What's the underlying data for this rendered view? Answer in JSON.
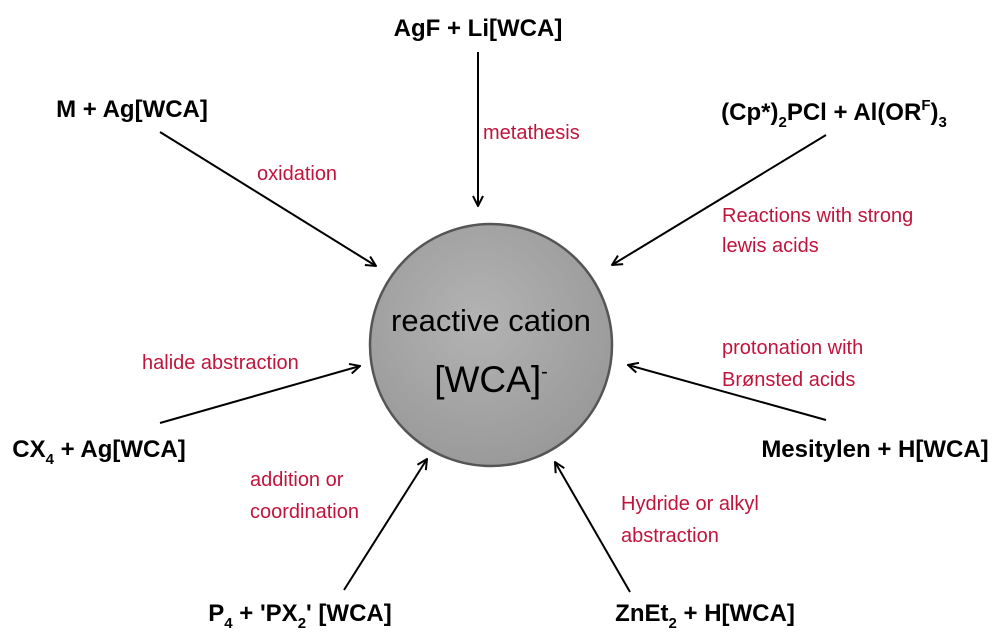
{
  "center": {
    "line1": "reactive cation",
    "line2_main": "[WCA]",
    "line2_sup": "-"
  },
  "reagents": {
    "top": {
      "text": "AgF + Li[WCA]"
    },
    "top_left": {
      "text": "M + Ag[WCA]"
    },
    "top_right": {
      "part1": "(Cp*)",
      "sub1": "2",
      "part2": "PCl + Al(OR",
      "sup1": "F",
      "part3": ")",
      "sub2": "3"
    },
    "left": {
      "part1": "CX",
      "sub1": "4",
      "part2": " + Ag[WCA]"
    },
    "right": {
      "text": "Mesitylen + H[WCA]"
    },
    "bottom_left": {
      "part1": "P",
      "sub1": "4",
      "part2": " + ",
      "part3": "'PX",
      "sub2": "2",
      "part4": "' [WCA]"
    },
    "bottom_right": {
      "part1": "ZnEt",
      "sub1": "2",
      "part2": " + H[WCA]"
    }
  },
  "processes": {
    "metathesis": "metathesis",
    "oxidation": "oxidation",
    "lewis_1": "Reactions with strong",
    "lewis_2": "lewis acids",
    "halide": "halide abstraction",
    "protonation_1": "protonation with",
    "protonation_2": "Brønsted acids",
    "addition_1": "addition or",
    "addition_2": "coordination",
    "hydride_1": "Hydride or alkyl",
    "hydride_2": "abstraction"
  },
  "colors": {
    "process_text": "#c0143c",
    "circle_fill": "#a6a6a6",
    "circle_stroke": "#555555",
    "arrow": "#000000"
  }
}
